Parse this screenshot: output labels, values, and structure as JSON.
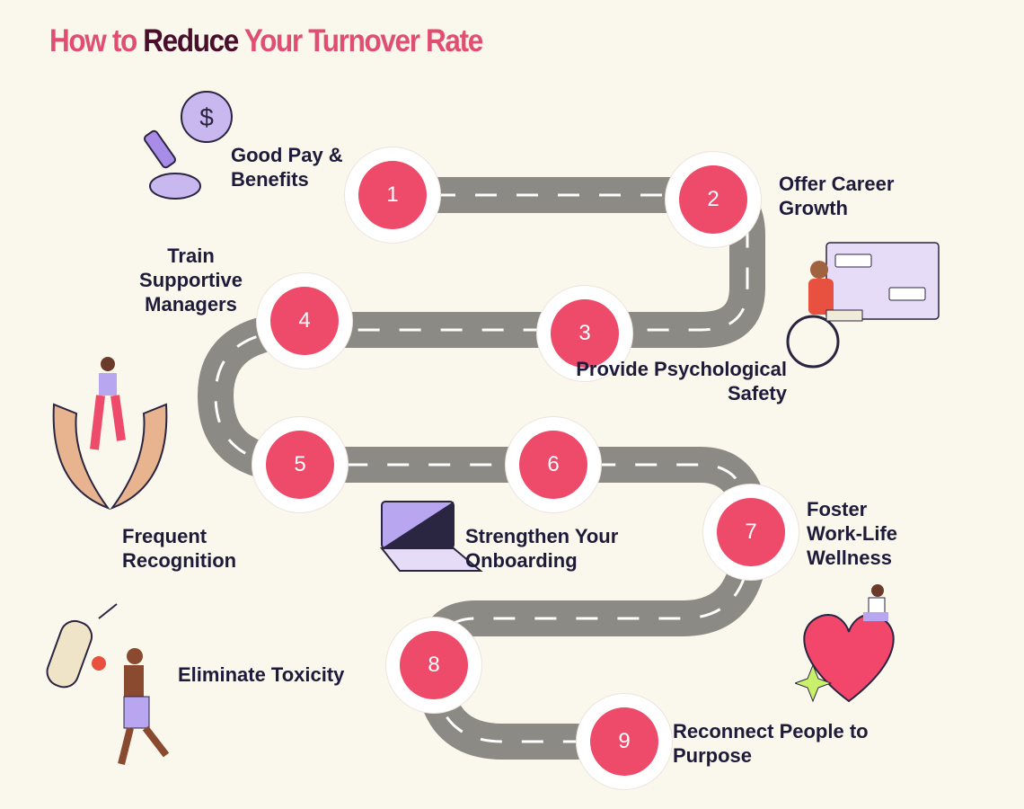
{
  "title": {
    "part1": "How to ",
    "part2": "Reduce",
    "part3": " Your Turnover Rate"
  },
  "steps": [
    {
      "number": "1",
      "label": "Good Pay & Benefits"
    },
    {
      "number": "2",
      "label": "Offer Career Growth"
    },
    {
      "number": "3",
      "label": "Provide Psychological Safety"
    },
    {
      "number": "4",
      "label": "Train Supportive Managers"
    },
    {
      "number": "5",
      "label": "Frequent Recognition"
    },
    {
      "number": "6",
      "label": "Strengthen Your Onboarding"
    },
    {
      "number": "7",
      "label": "Foster Work-Life Wellness"
    },
    {
      "number": "8",
      "label": "Eliminate Toxicity"
    },
    {
      "number": "9",
      "label": "Reconnect People to Purpose"
    }
  ],
  "colors": {
    "background": "#faf7ec",
    "road": "#8c8a85",
    "stop": "#ee4a6a",
    "title_pink": "#e04f72",
    "title_dark": "#4a0d2a",
    "text": "#1e1b3a"
  }
}
